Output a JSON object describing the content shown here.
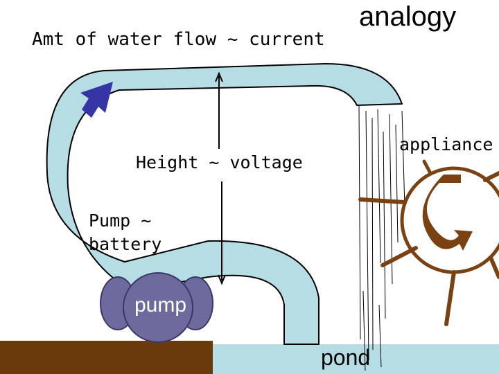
{
  "labels": {
    "title": "analogy",
    "current": "Amt of water flow ~ current",
    "voltage": "Height ~ voltage",
    "pump_line1": "Pump ~",
    "pump_line2": "battery",
    "pump": "pump",
    "appliance": "appliance",
    "pond": "pond"
  },
  "colors": {
    "water": "#b7dde4",
    "outline": "#000000",
    "ground": "#6b3a0c",
    "pond": "#b7dde4",
    "pump_fill": "#6d6b9e",
    "pump_stroke": "#3a3768",
    "arrow": "#3535a6",
    "wheel": "#7a4212",
    "background": "#ffffff"
  },
  "icons": {
    "flow_arrow": "arrow-up-right-icon",
    "wheel_rotation": "rotation-arrow-icon"
  }
}
